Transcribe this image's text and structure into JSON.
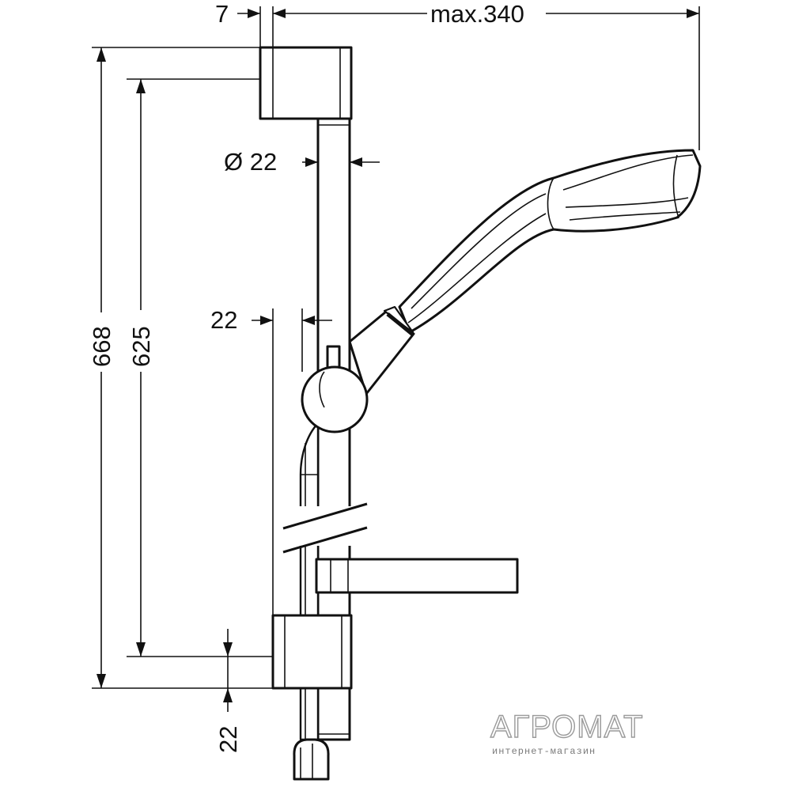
{
  "dimensions": {
    "wall_offset": "7",
    "max_reach": "max.340",
    "bar_diameter": "Ø 22",
    "bar_to_wall": "22",
    "total_height": "668",
    "mount_spacing": "625",
    "bottom_bracket": "22"
  },
  "watermark": {
    "brand": "АГРОМАТ",
    "tagline": "интернет-магазин"
  },
  "colors": {
    "line": "#111111",
    "watermark": "#9a9a9a"
  }
}
